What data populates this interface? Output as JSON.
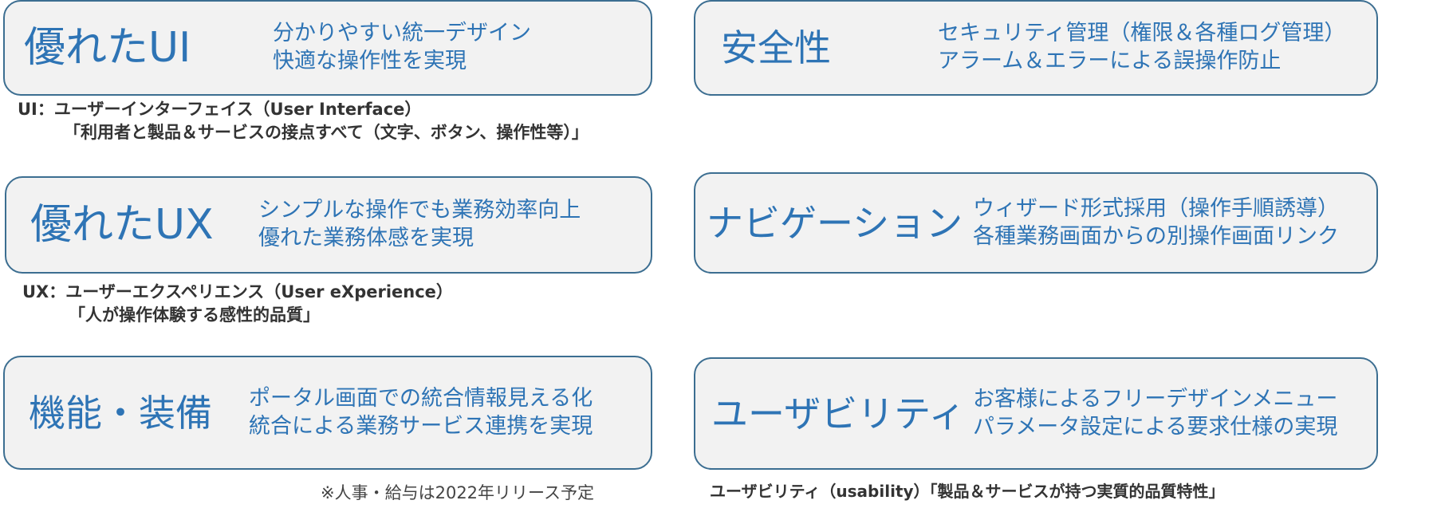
{
  "cards": {
    "ui": {
      "title": "優れたUI",
      "line1": "分かりやすい統一デザイン",
      "line2": "快適な操作性を実現"
    },
    "security": {
      "title": "安全性",
      "line1": "セキュリティ管理（権限＆各種ログ管理）",
      "line2": "アラーム＆エラーによる誤操作防止"
    },
    "ux": {
      "title": "優れたUX",
      "line1": "シンプルな操作でも業務効率向上",
      "line2": "優れた業務体感を実現"
    },
    "navigation": {
      "title": "ナビゲーション",
      "line1": "ウィザード形式採用（操作手順誘導）",
      "line2": "各種業務画面からの別操作画面リンク"
    },
    "features": {
      "title": "機能・装備",
      "line1": "ポータル画面での統合情報見える化",
      "line2": "統合による業務サービス連携を実現"
    },
    "usability": {
      "title": "ユーザビリティ",
      "line1": "お客様によるフリーデザインメニュー",
      "line2": "パラメータ設定による要求仕様の実現"
    }
  },
  "notes": {
    "ui_line1": "UI：ユーザーインターフェイス（User Interface）",
    "ui_line2": "「利用者と製品＆サービスの接点すべて（文字、ボタン、操作性等）」",
    "ux_line1": "UX：ユーザーエクスペリエンス（User eXperience）",
    "ux_line2": "「人が操作体験する感性的品質」",
    "usability": "ユーザビリティ（usability）「製品＆サービスが持つ実質的品質特性」"
  },
  "footnote": "※人事・給与は2022年リリース予定"
}
